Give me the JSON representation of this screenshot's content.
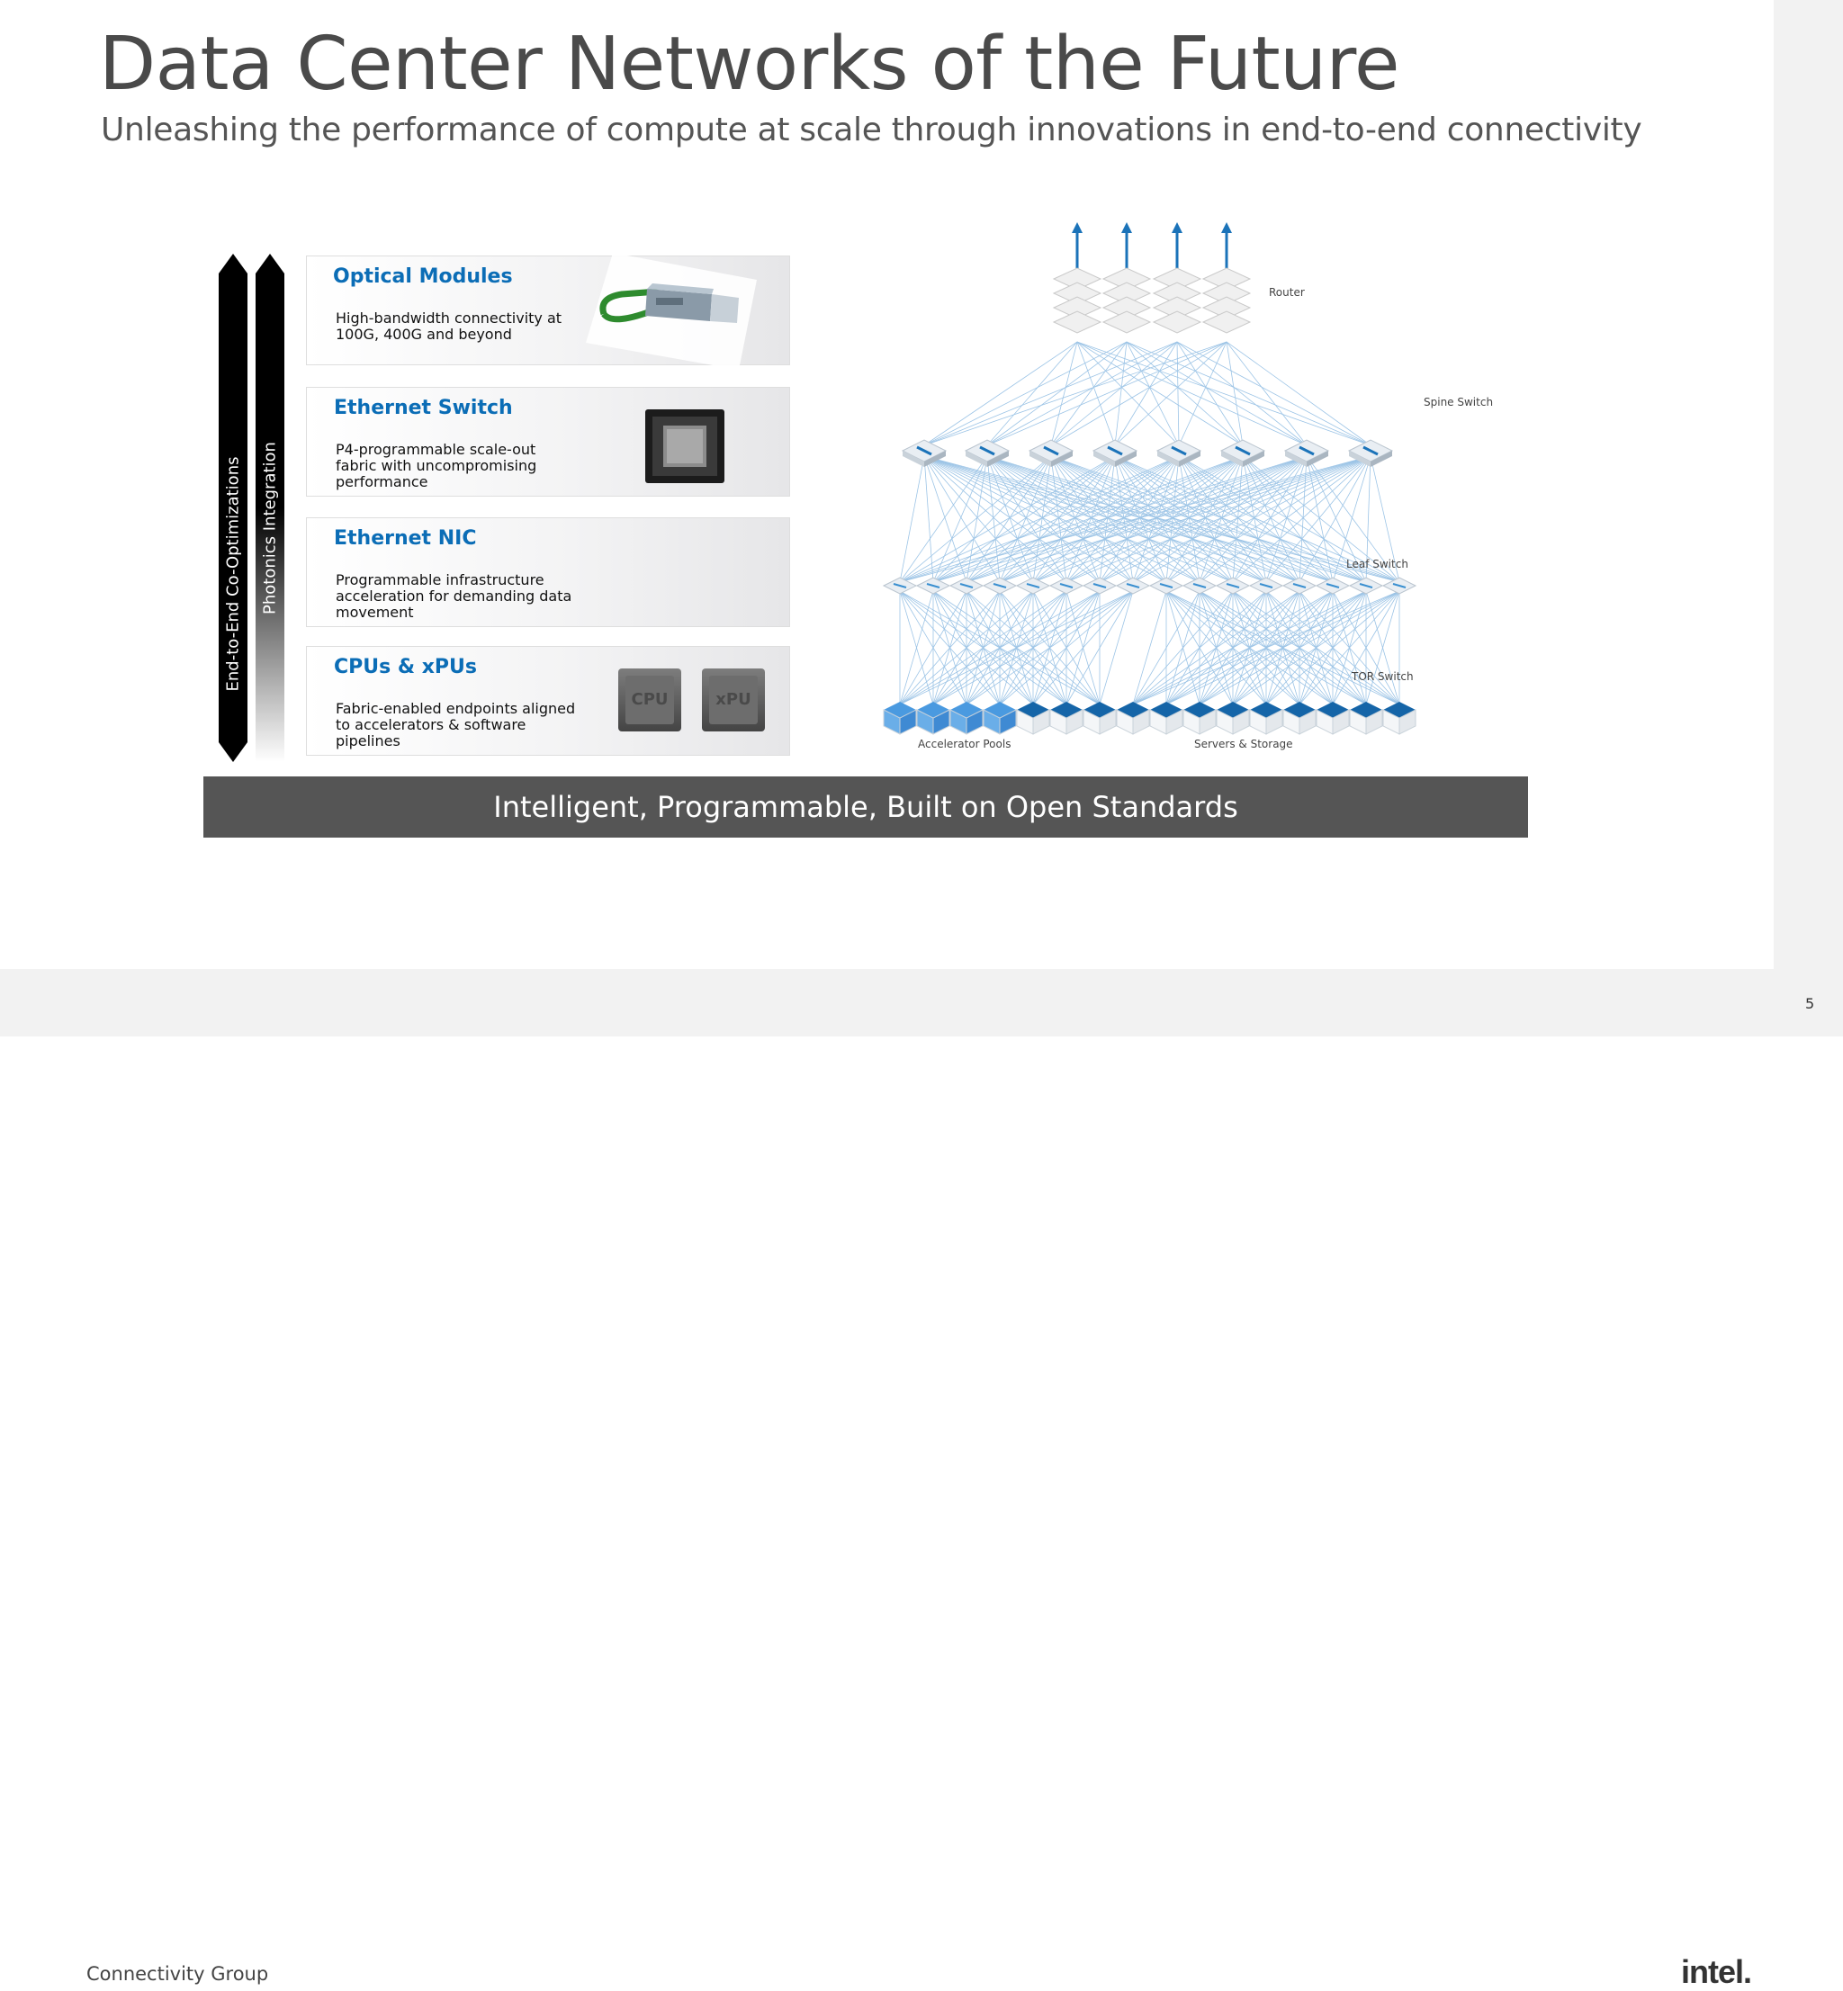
{
  "title": "Data Center Networks of the Future",
  "subtitle": "Unleashing the performance of compute at scale through innovations in end-to-end connectivity",
  "side_bars": {
    "left_label": "End-to-End Co-Optimizations",
    "right_label": "Photonics Integration"
  },
  "cards": [
    {
      "title": "Optical Modules",
      "desc": "High-bandwidth connectivity at 100G, 400G and beyond",
      "icon": "optical-module-icon"
    },
    {
      "title": "Ethernet Switch",
      "desc": "P4-programmable scale-out fabric with uncompromising performance",
      "icon": "switch-chip-icon"
    },
    {
      "title": "Ethernet NIC",
      "desc": "Programmable infrastructure acceleration for demanding data movement",
      "icon": ""
    },
    {
      "title": "CPUs & xPUs",
      "desc": "Fabric-enabled endpoints aligned to accelerators & software pipelines",
      "icon": "cpu-xpu-chip-icon"
    }
  ],
  "chips": {
    "cpu": "CPU",
    "xpu": "xPU"
  },
  "network": {
    "router": "Router",
    "spine": "Spine Switch",
    "leaf": "Leaf Switch",
    "tor": "TOR Switch",
    "accel": "Accelerator Pools",
    "servers": "Servers & Storage"
  },
  "banner": "Intelligent, Programmable, Built on Open Standards",
  "footer": {
    "group": "Connectivity Group",
    "logo": "intel.",
    "page": "5"
  },
  "colors": {
    "accent": "#0b6db6",
    "banner_bg": "#555555",
    "link_line": "#9cc4e6"
  }
}
